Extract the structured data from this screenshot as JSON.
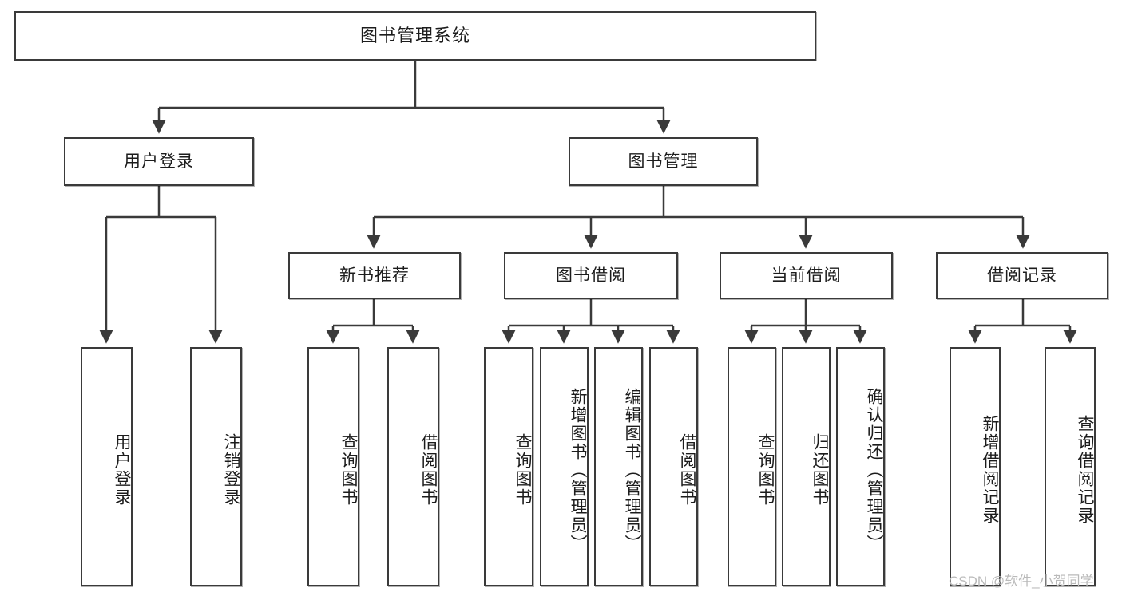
{
  "diagram": {
    "title": "图书管理系统",
    "type": "tree",
    "watermark": "CSDN @软件_小贺同学",
    "stroke_color": "#3a3a3a",
    "fill_color": "#ffffff",
    "text_color": "#1c1c1c",
    "background": "#ffffff"
  },
  "nodes": {
    "root": {
      "label": "图书管理系统",
      "level": 1
    },
    "l2": [
      {
        "id": "user-login",
        "label": "用户登录",
        "level": 2
      },
      {
        "id": "book-manage",
        "label": "图书管理",
        "level": 2
      }
    ],
    "l3": [
      {
        "id": "new-book-recommend",
        "label": "新书推荐",
        "level": 3,
        "parent": "book-manage"
      },
      {
        "id": "book-borrow",
        "label": "图书借阅",
        "level": 3,
        "parent": "book-manage"
      },
      {
        "id": "current-borrow",
        "label": "当前借阅",
        "level": 3,
        "parent": "book-manage"
      },
      {
        "id": "borrow-record",
        "label": "借阅记录",
        "level": 3,
        "parent": "book-manage"
      }
    ],
    "leaves": [
      {
        "id": "leaf-user-login",
        "label": "用户登录",
        "parent": "user-login"
      },
      {
        "id": "leaf-user-logout",
        "label": "注销登录",
        "parent": "user-login"
      },
      {
        "id": "leaf-query-book-1",
        "label": "查询图书",
        "parent": "new-book-recommend"
      },
      {
        "id": "leaf-borrow-book-1",
        "label": "借阅图书",
        "parent": "new-book-recommend"
      },
      {
        "id": "leaf-query-book-2",
        "label": "查询图书",
        "parent": "book-borrow"
      },
      {
        "id": "leaf-add-book",
        "label": "新增图书（管理员）",
        "parent": "book-borrow"
      },
      {
        "id": "leaf-edit-book",
        "label": "编辑图书（管理员）",
        "parent": "book-borrow"
      },
      {
        "id": "leaf-borrow-book-2",
        "label": "借阅图书",
        "parent": "book-borrow"
      },
      {
        "id": "leaf-query-book-3",
        "label": "查询图书",
        "parent": "current-borrow"
      },
      {
        "id": "leaf-return-book",
        "label": "归还图书",
        "parent": "current-borrow"
      },
      {
        "id": "leaf-confirm-return",
        "label": "确认归还（管理员）",
        "parent": "current-borrow"
      },
      {
        "id": "leaf-add-record",
        "label": "新增借阅记录",
        "parent": "borrow-record"
      },
      {
        "id": "leaf-query-record",
        "label": "查询借阅记录",
        "parent": "borrow-record"
      }
    ]
  }
}
